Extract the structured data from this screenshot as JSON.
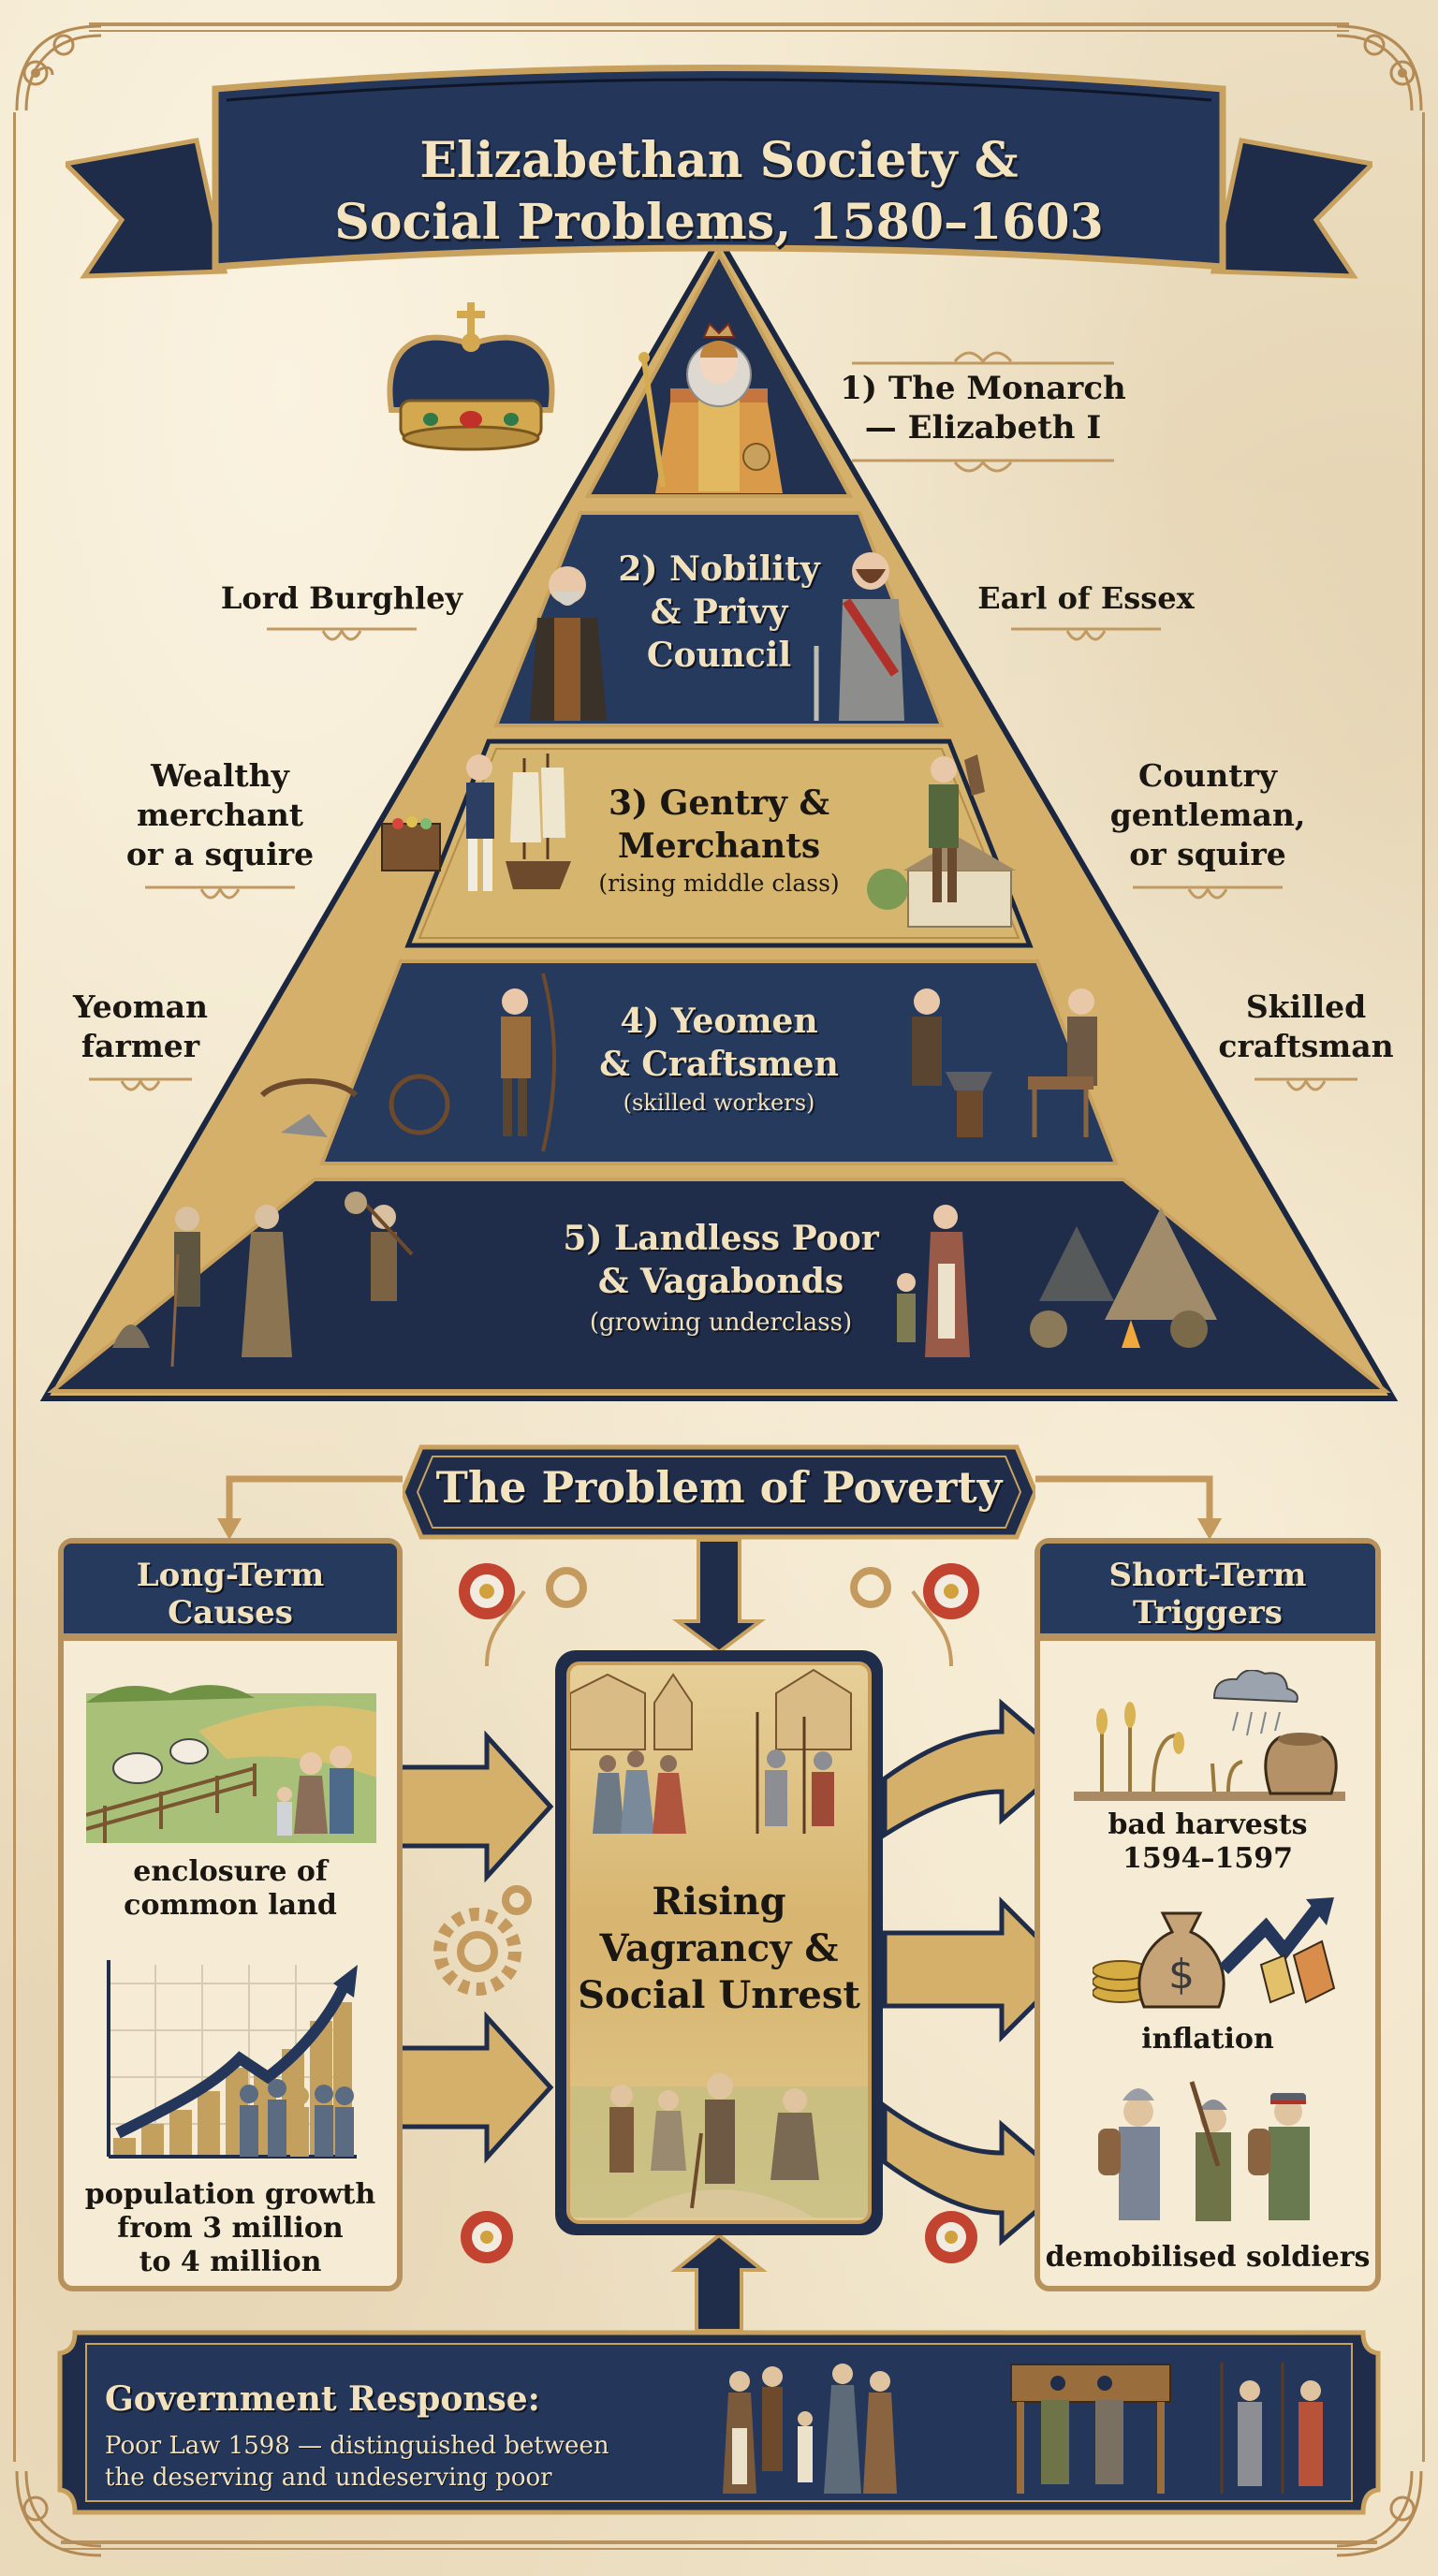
{
  "title": {
    "line1": "Elizabethan Society &",
    "line2": "Social Problems, 1580–1603"
  },
  "colors": {
    "navy": "#263a5e",
    "navy_dark": "#1b2740",
    "gold": "#c9a15e",
    "gold_panel": "#d9b66f",
    "parchment": "#efe2c6",
    "ink": "#1a1712",
    "cream_text": "#f1e2bd",
    "tudor_red": "#c2432f"
  },
  "pyramid": {
    "tiers": [
      {
        "number": "1)",
        "label_line1": "1) The Monarch",
        "label_line2": "— Elizabeth I",
        "illustration": "queen-elizabeth-portrait",
        "side_icon": "crown-icon"
      },
      {
        "label_line1": "2) Nobility",
        "label_line2": "& Privy",
        "label_line3": "Council",
        "left_figure": "Lord Burghley",
        "right_figure": "Earl of Essex"
      },
      {
        "label_line1": "3) Gentry &",
        "label_line2": "Merchants",
        "sub": "(rising middle class)",
        "left_figure_line1": "Wealthy",
        "left_figure_line2": "merchant",
        "left_figure_line3": "or a squire",
        "right_figure_line1": "Country",
        "right_figure_line2": "gentleman,",
        "right_figure_line3": "or squire"
      },
      {
        "label_line1": "4) Yeomen",
        "label_line2": "& Craftsmen",
        "sub": "(skilled workers)",
        "left_figure_line1": "Yeoman",
        "left_figure_line2": "farmer",
        "right_figure_line1": "Skilled",
        "right_figure_line2": "craftsman"
      },
      {
        "label_line1": "5) Landless Poor",
        "label_line2": "& Vagabonds",
        "sub": "(growing underclass)"
      }
    ]
  },
  "poverty": {
    "title": "The Problem of Poverty",
    "long_term": {
      "heading_line1": "Long-Term",
      "heading_line2": "Causes",
      "items": [
        {
          "caption_line1": "enclosure of",
          "caption_line2": "common land",
          "icon": "enclosure-field-icon"
        },
        {
          "caption_line1": "population growth",
          "caption_line2": "from 3 million",
          "caption_line3": "to 4 million",
          "icon": "population-chart-icon"
        }
      ]
    },
    "center": {
      "line1": "Rising",
      "line2": "Vagrancy &",
      "line3": "Social Unrest"
    },
    "short_term": {
      "heading_line1": "Short-Term",
      "heading_line2": "Triggers",
      "items": [
        {
          "caption_line1": "bad harvests",
          "caption_line2": "1594–1597",
          "icon": "failed-crops-icon"
        },
        {
          "caption_line1": "inflation",
          "icon": "money-bag-rising-prices-icon"
        },
        {
          "caption_line1": "demobilised soldiers",
          "icon": "soldiers-icon"
        }
      ]
    }
  },
  "government": {
    "title": "Government Response:",
    "body_line1": "Poor Law 1598 — distinguished between",
    "body_line2": "the deserving and undeserving poor"
  }
}
